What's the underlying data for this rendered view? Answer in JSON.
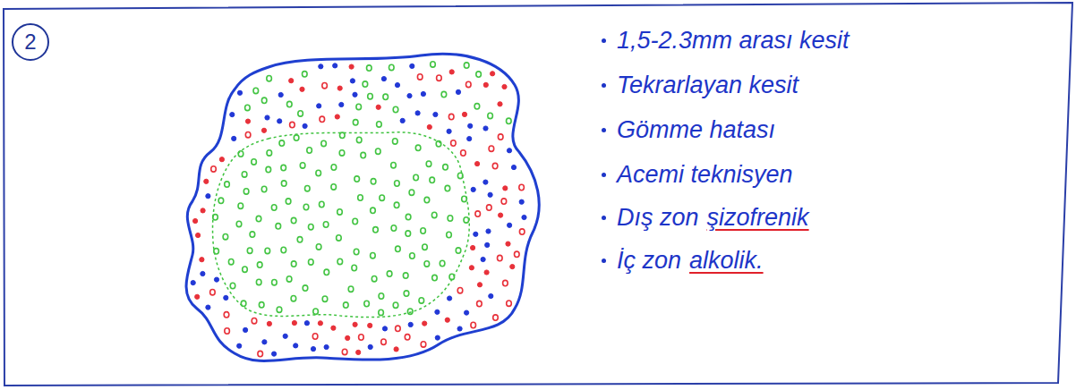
{
  "diagram": {
    "nodes": [
      {
        "text": [
          "2"
        ]
      }
    ],
    "labels": [
      "1,5-2.3mm arası kesit",
      "Tekrarlayan kesit",
      "Gömme hatası",
      "Acemi teknisyen",
      "Dış zon",
      "şizofrenik",
      "İç zon",
      "alkolik."
    ]
  }
}
